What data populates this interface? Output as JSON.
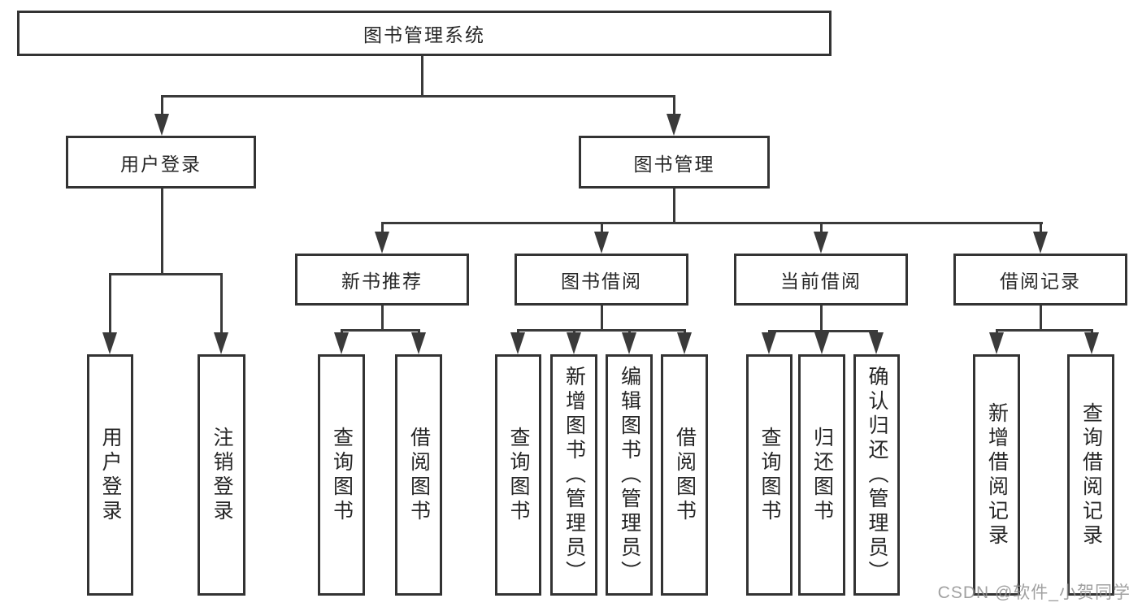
{
  "diagram": {
    "root": {
      "label": "图书管理系统"
    },
    "branches": [
      {
        "label": "用户登录",
        "children": [
          {
            "label": "用户登录"
          },
          {
            "label": "注销登录"
          }
        ]
      },
      {
        "label": "图书管理",
        "children": [
          {
            "label": "新书推荐",
            "children": [
              {
                "label": "查询图书"
              },
              {
                "label": "借阅图书"
              }
            ]
          },
          {
            "label": "图书借阅",
            "children": [
              {
                "label": "查询图书"
              },
              {
                "label": "新增图书（管理员）"
              },
              {
                "label": "编辑图书（管理员）"
              },
              {
                "label": "借阅图书"
              }
            ]
          },
          {
            "label": "当前借阅",
            "children": [
              {
                "label": "查询图书"
              },
              {
                "label": "归还图书"
              },
              {
                "label": "确认归还（管理员）"
              }
            ]
          },
          {
            "label": "借阅记录",
            "children": [
              {
                "label": "新增借阅记录"
              },
              {
                "label": "查询借阅记录"
              }
            ]
          }
        ]
      }
    ]
  },
  "watermark": {
    "text": "CSDN @软件_小贺同学"
  },
  "colors": {
    "line": "#3a3a3a",
    "border": "#333333",
    "text": "#262626",
    "watermark": "#919191",
    "background": "#ffffff"
  }
}
